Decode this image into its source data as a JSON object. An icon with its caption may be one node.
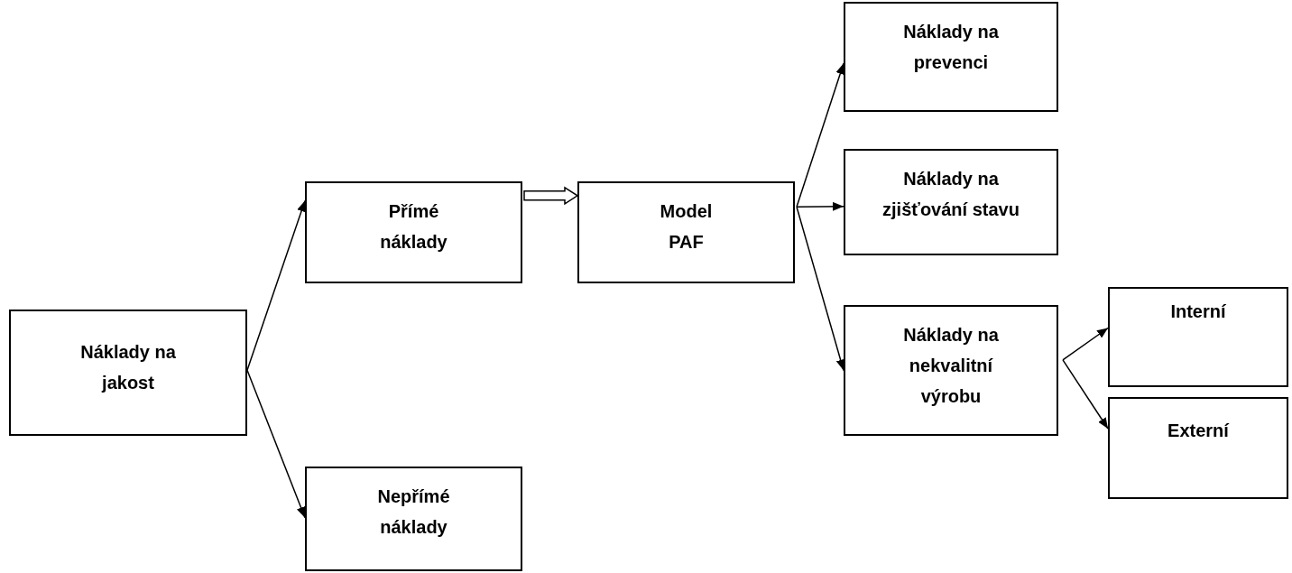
{
  "diagram": {
    "nodes": [
      {
        "text": [
          "Náklady na jakost"
        ]
      },
      {
        "text": [
          "Přímé náklady"
        ]
      },
      {
        "text": [
          "Nepřímé náklady"
        ]
      },
      {
        "text": [
          "Model PAF"
        ]
      },
      {
        "text": [
          "Náklady na prevenci"
        ]
      },
      {
        "text": [
          "Náklady na zjišťování stavu"
        ]
      },
      {
        "text": [
          "Náklady na nekvalitní výrobu"
        ]
      },
      {
        "text": [
          "Interní"
        ]
      },
      {
        "text": [
          "Externí"
        ]
      }
    ],
    "edges": [
      {
        "from": 0,
        "to": 1,
        "arrow": "to"
      },
      {
        "from": 0,
        "to": 2,
        "arrow": "to"
      },
      {
        "from": 1,
        "to": 3,
        "arrow": "to",
        "style": "thick"
      },
      {
        "from": 3,
        "to": 4,
        "arrow": "to"
      },
      {
        "from": 3,
        "to": 5,
        "arrow": "to"
      },
      {
        "from": 3,
        "to": 6,
        "arrow": "to"
      },
      {
        "from": 6,
        "to": 7,
        "arrow": "to"
      },
      {
        "from": 6,
        "to": 8,
        "arrow": "to"
      }
    ]
  }
}
